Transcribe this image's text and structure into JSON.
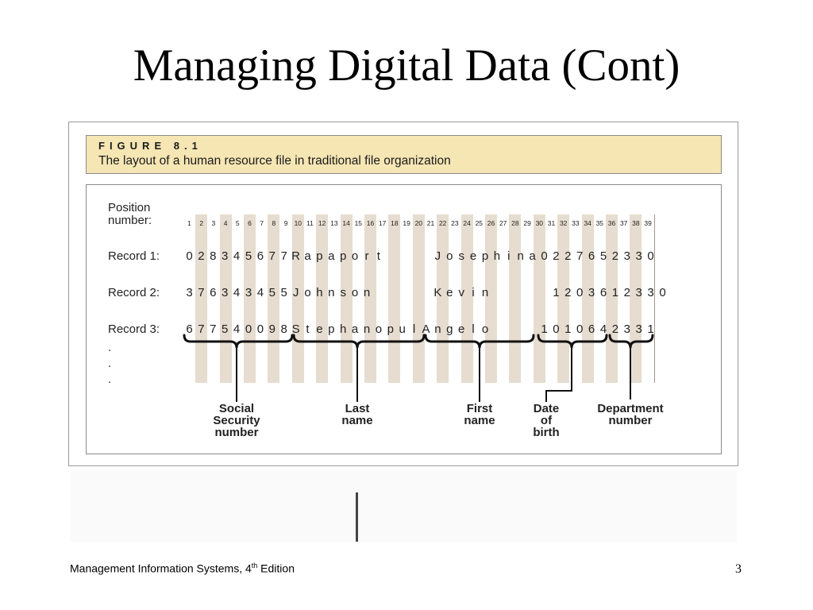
{
  "slide": {
    "title": "Managing Digital Data (Cont)",
    "footer": {
      "prefix": "Management Information Systems, 4",
      "sup": "th",
      "suffix": " Edition"
    },
    "page_number": "3"
  },
  "figure": {
    "label": "FIGURE 8.1",
    "caption": "The layout of a human resource file in traditional file organization",
    "position_label": [
      "Position",
      "number:"
    ],
    "positions": [
      "1",
      "2",
      "3",
      "4",
      "5",
      "6",
      "7",
      "8",
      "9",
      "10",
      "11",
      "12",
      "13",
      "14",
      "15",
      "16",
      "17",
      "18",
      "19",
      "20",
      "21",
      "22",
      "23",
      "24",
      "25",
      "26",
      "27",
      "28",
      "29",
      "30",
      "31",
      "32",
      "33",
      "34",
      "35",
      "36",
      "37",
      "38",
      "39"
    ],
    "records": [
      {
        "label": "Record 1:",
        "chars": [
          "0",
          "2",
          "8",
          "3",
          "4",
          "5",
          "6",
          "7",
          "7",
          "R",
          "a",
          "p",
          "a",
          "p",
          "o",
          "r",
          "t",
          "",
          "",
          "",
          "",
          "J",
          "o",
          "s",
          "e",
          "p",
          "h",
          "i",
          "n",
          "a",
          "0",
          "2",
          "2",
          "7",
          "6",
          "5",
          "2",
          "3",
          "3",
          "0"
        ]
      },
      {
        "label": "Record 2:",
        "chars": [
          "3",
          "7",
          "6",
          "3",
          "4",
          "3",
          "4",
          "5",
          "5",
          "J",
          "o",
          "h",
          "n",
          "s",
          "o",
          "n",
          "",
          "",
          "",
          "",
          "",
          "K",
          "e",
          "v",
          "i",
          "n",
          "",
          "",
          "",
          "",
          "",
          "1",
          "2",
          "0",
          "3",
          "6",
          "1",
          "2",
          "3",
          "3",
          "0"
        ]
      },
      {
        "label": "Record 3:",
        "chars": [
          "6",
          "7",
          "7",
          "5",
          "4",
          "0",
          "0",
          "9",
          "8",
          "S",
          "t",
          "e",
          "p",
          "h",
          "a",
          "n",
          "o",
          "p",
          "u",
          "l",
          "A",
          "n",
          "g",
          "e",
          "l",
          "o",
          "",
          "",
          "",
          "",
          "1",
          "0",
          "1",
          "0",
          "6",
          "4",
          "2",
          "3",
          "3",
          "1"
        ]
      }
    ],
    "continuation": [
      ".",
      ".",
      "."
    ],
    "fields": [
      {
        "name": "Social Security number",
        "lines": [
          "Social",
          "Security",
          "number"
        ]
      },
      {
        "name": "Last name",
        "lines": [
          "Last",
          "name"
        ]
      },
      {
        "name": "First name",
        "lines": [
          "First",
          "name"
        ]
      },
      {
        "name": "Date of birth",
        "lines": [
          "Date",
          "of",
          "birth"
        ]
      },
      {
        "name": "Department number",
        "lines": [
          "Department",
          "number"
        ]
      }
    ]
  }
}
